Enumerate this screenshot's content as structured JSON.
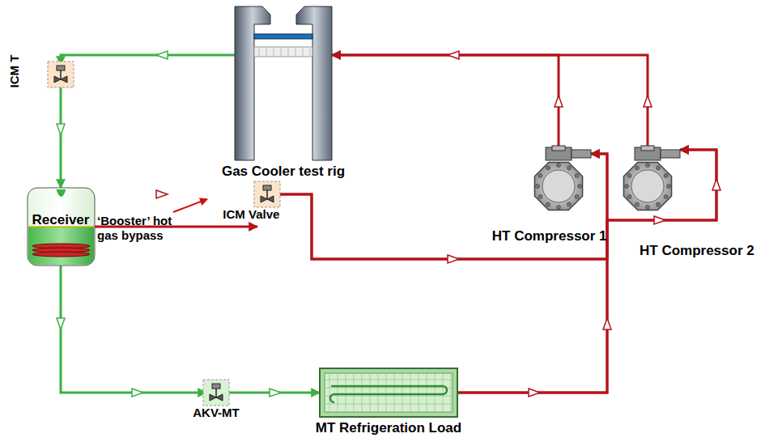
{
  "diagram": {
    "nodes": [
      {
        "text": [
          "Gas Cooler test rig"
        ]
      },
      {
        "text": [
          "ICM T"
        ]
      },
      {
        "text": [
          "Receiver"
        ]
      },
      {
        "text": [
          "ICM Valve"
        ]
      },
      {
        "text": [
          "HT Compressor 1"
        ]
      },
      {
        "text": [
          "HT Compressor 2"
        ]
      },
      {
        "text": [
          "AKV-MT"
        ]
      },
      {
        "text": [
          "MT Refrigeration Load"
        ]
      }
    ],
    "edges": [
      {
        "from": 4,
        "to": 0,
        "arrow": "to"
      },
      {
        "from": 5,
        "to": 0,
        "arrow": "to"
      },
      {
        "from": 0,
        "to": 1,
        "arrow": "to"
      },
      {
        "from": 1,
        "to": 2,
        "arrow": "to"
      },
      {
        "from": 2,
        "to": 3,
        "arrow": "to"
      },
      {
        "from": 3,
        "to": 4,
        "arrow": "to"
      },
      {
        "from": 3,
        "to": 5,
        "arrow": "to"
      },
      {
        "from": 2,
        "to": 6,
        "arrow": "to"
      },
      {
        "from": 6,
        "to": 7,
        "arrow": "to"
      },
      {
        "from": 7,
        "to": 4,
        "arrow": "to"
      },
      {
        "from": 7,
        "to": 5,
        "arrow": "to"
      }
    ],
    "labels": [
      "‘Booster’ hot gas bypass"
    ]
  }
}
